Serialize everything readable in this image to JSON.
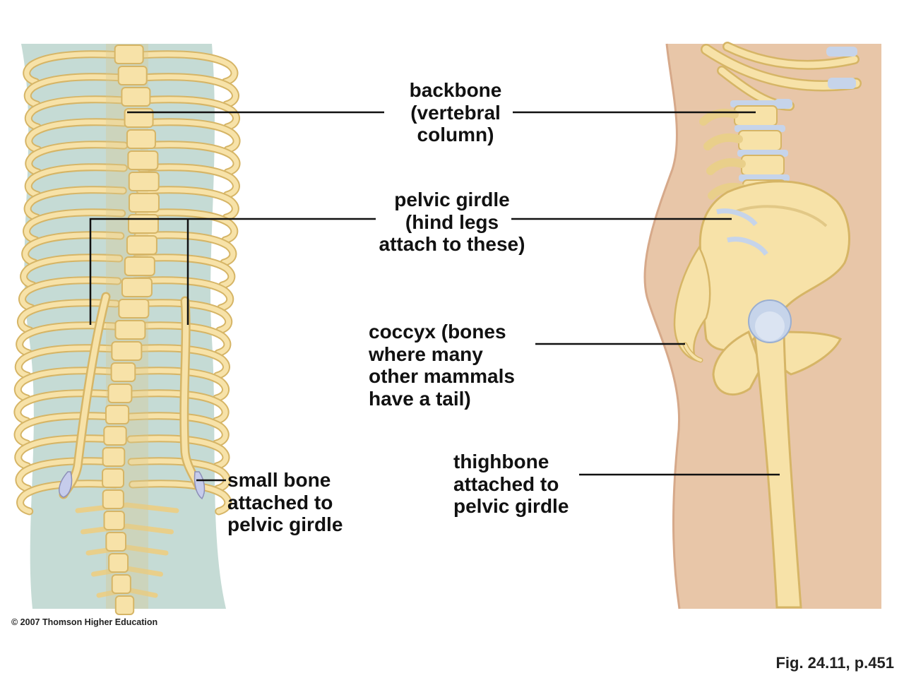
{
  "labels": {
    "backbone": "backbone\n(vertebral\ncolumn)",
    "pelvic_girdle": "pelvic girdle\n(hind legs\nattach to these)",
    "coccyx": "coccyx (bones\nwhere many\nother mammals\nhave a tail)",
    "thighbone": "thighbone\nattached to\npelvic girdle",
    "small_bone": "small bone\nattached to\npelvic girdle"
  },
  "credit": "© 2007 Thomson Higher Education",
  "figure_ref": "Fig. 24.11, p.451",
  "colors": {
    "bone": "#f7e2a8",
    "bone_outline": "#d8b768",
    "whale_bg": "#c5dbd5",
    "human_skin": "#e8c6a8",
    "cartilage": "#c6d4ea",
    "leader_line": "#111111"
  }
}
